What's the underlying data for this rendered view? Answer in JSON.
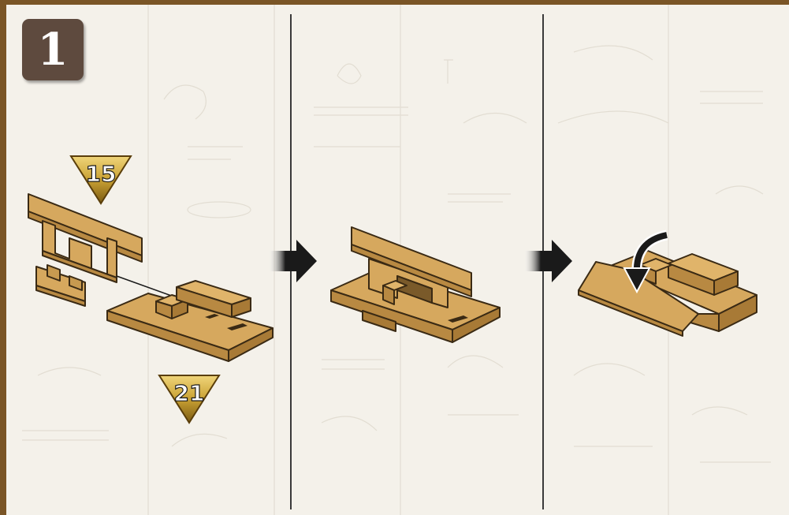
{
  "step": {
    "number": "1"
  },
  "parts": [
    {
      "id": "part-15",
      "label": "15"
    },
    {
      "id": "part-21",
      "label": "21"
    }
  ],
  "colors": {
    "frame": "#7a5526",
    "background": "#f4f1ea",
    "wood_top": "#d6a85e",
    "wood_side": "#b88942",
    "outline": "#3a2a14",
    "badge": "#5e4a3e",
    "triangle_gold": "#c9a133",
    "arrow": "#1a1a1a"
  },
  "icons": [
    "step-number-badge",
    "insert-arrow-icon",
    "next-step-arrow-icon",
    "rotate-arrow-icon",
    "part-number-triangle-icon"
  ]
}
